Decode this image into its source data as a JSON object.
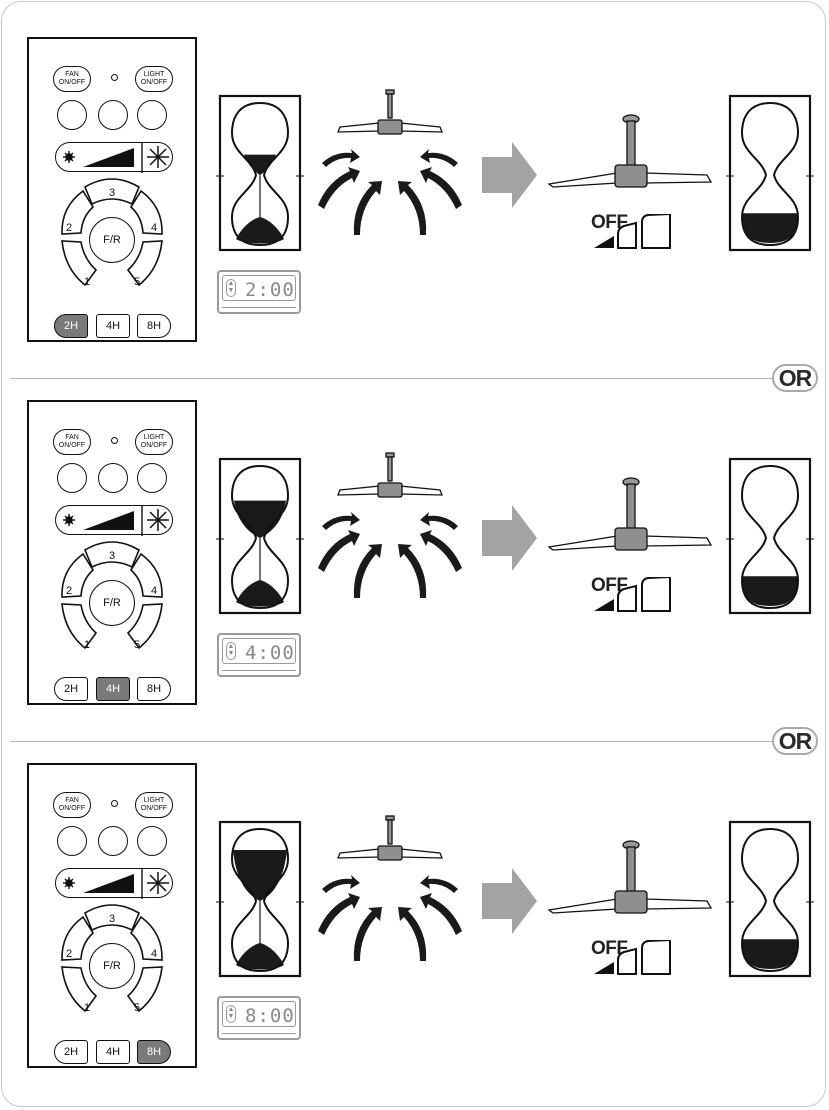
{
  "remote": {
    "fan_button": "FAN ON/OFF",
    "light_button": "LIGHT ON/OFF",
    "center_button": "F/R",
    "speed_buttons": [
      "1",
      "2",
      "3",
      "4",
      "5"
    ],
    "timer_buttons": [
      "2H",
      "4H",
      "8H"
    ]
  },
  "or_label": "OR",
  "off_label": "OFF",
  "panels": [
    {
      "active_timer": "2H",
      "display": "2:00",
      "top_glass_fill": 0.3,
      "bottom_glass_fill": 0.45
    },
    {
      "active_timer": "4H",
      "display": "4:00",
      "top_glass_fill": 0.55,
      "bottom_glass_fill": 0.45
    },
    {
      "active_timer": "8H",
      "display": "8:00",
      "top_glass_fill": 0.75,
      "bottom_glass_fill": 0.45
    }
  ],
  "colors": {
    "active_button": "#7a7a7a",
    "fan_body": "#8f8f8f",
    "arrow": "#a3a3a3",
    "sand": "#1a1a1a"
  }
}
